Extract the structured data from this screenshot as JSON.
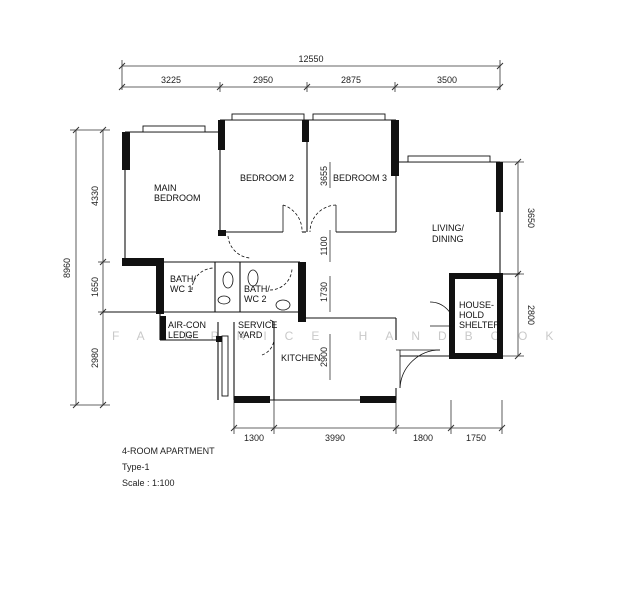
{
  "dimensions": {
    "overall_width": "12550",
    "overall_height": "8960",
    "top": [
      "3225",
      "2950",
      "2875",
      "3500"
    ],
    "bottom": [
      "1300",
      "3990",
      "1800",
      "1750"
    ],
    "left": [
      "4330",
      "1650",
      "2980"
    ],
    "right": [
      "3650",
      "2800"
    ],
    "inner_bedroom3_width": "3655",
    "inner_corridor": "1100",
    "inner_bath": "1730",
    "inner_kitchen": "2900"
  },
  "rooms": {
    "main_bedroom": [
      "MAIN",
      "BEDROOM"
    ],
    "bedroom2": "BEDROOM 2",
    "bedroom3": "BEDROOM 3",
    "living_dining": [
      "LIVING/",
      "DINING"
    ],
    "bath1": [
      "BATH/",
      "WC 1"
    ],
    "bath2": [
      "BATH/",
      "WC 2"
    ],
    "aircon_ledge": [
      "AIR-CON",
      "LEDGE"
    ],
    "service_yard": [
      "SERVICE",
      "YARD"
    ],
    "kitchen": "KITCHEN",
    "household_shelter": [
      "HOUSE-",
      "HOLD",
      "SHELTER"
    ]
  },
  "watermark": "FAIRPRICE HANDBOOK",
  "caption": {
    "title": "4-ROOM APARTMENT",
    "type": "Type-1",
    "scale": "Scale : 1:100"
  }
}
